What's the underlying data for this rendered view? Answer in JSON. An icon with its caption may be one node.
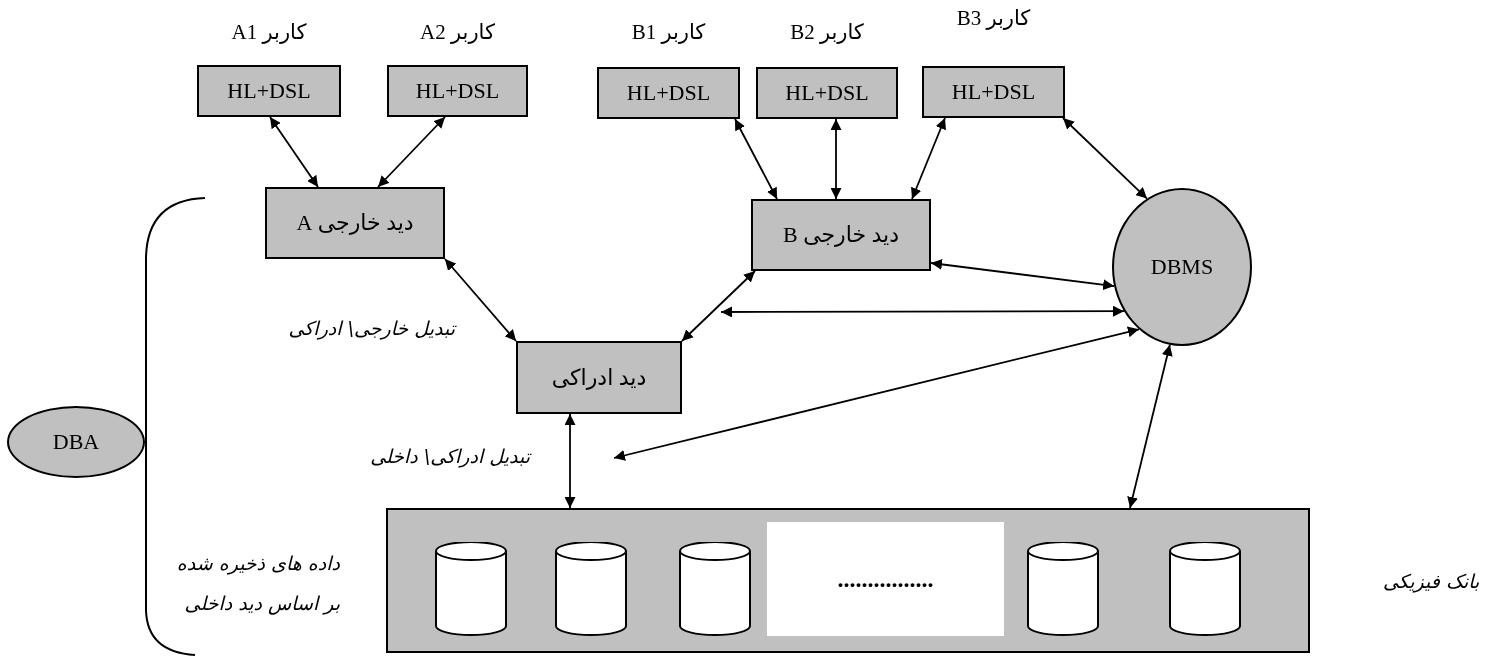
{
  "diagram": {
    "nodes": [
      {
        "text": [
          "کاربر A1",
          "HL+DSL"
        ]
      },
      {
        "text": [
          "کاربر A2",
          "HL+DSL"
        ]
      },
      {
        "text": [
          "کاربر B1",
          "HL+DSL"
        ]
      },
      {
        "text": [
          "کاربر B2",
          "HL+DSL"
        ]
      },
      {
        "text": [
          "کاربر B3",
          "HL+DSL"
        ]
      },
      {
        "text": [
          "دید خارجی A"
        ]
      },
      {
        "text": [
          "دید خارجی B"
        ]
      },
      {
        "text": [
          "DBMS"
        ]
      },
      {
        "text": [
          "دید ادراکی"
        ]
      },
      {
        "text": [
          "DBA"
        ]
      },
      {
        "text": [],
        "shape": "box",
        "beside": [
          "بانک فیزیکی"
        ]
      },
      {
        "text": [],
        "shape": "cylinder",
        "in": 10
      },
      {
        "text": [],
        "shape": "cylinder",
        "in": 10
      },
      {
        "text": [],
        "shape": "cylinder",
        "in": 10
      },
      {
        "text": [
          "................"
        ],
        "in": 10
      },
      {
        "text": [],
        "shape": "cylinder",
        "in": 10
      },
      {
        "text": [],
        "shape": "cylinder",
        "in": 10
      }
    ],
    "edges": [
      {
        "from": 0,
        "to": 5,
        "arrow": "both"
      },
      {
        "from": 1,
        "to": 5,
        "arrow": "both"
      },
      {
        "from": 2,
        "to": 6,
        "arrow": "both"
      },
      {
        "from": 3,
        "to": 6,
        "arrow": "both"
      },
      {
        "from": 4,
        "to": 6,
        "arrow": "both"
      },
      {
        "from": 4,
        "to": 7,
        "arrow": "both"
      },
      {
        "from": 5,
        "to": 8,
        "arrow": "both"
      },
      {
        "from": 6,
        "to": 8,
        "arrow": "both"
      },
      {
        "from": 6,
        "to": 7,
        "arrow": "both"
      },
      {
        "from": null,
        "to": 7,
        "arrow": "both"
      },
      {
        "from": 8,
        "to": 10,
        "arrow": "both"
      },
      {
        "from": null,
        "to": 7,
        "arrow": "both"
      },
      {
        "from": 7,
        "to": 10,
        "arrow": "both"
      }
    ],
    "labels": [
      "تبدیل خارجی\\ ادراکی",
      "تبدیل ادراکی\\ داخلی",
      "داده های ذخیره شده بر اساس دید داخلی"
    ]
  }
}
